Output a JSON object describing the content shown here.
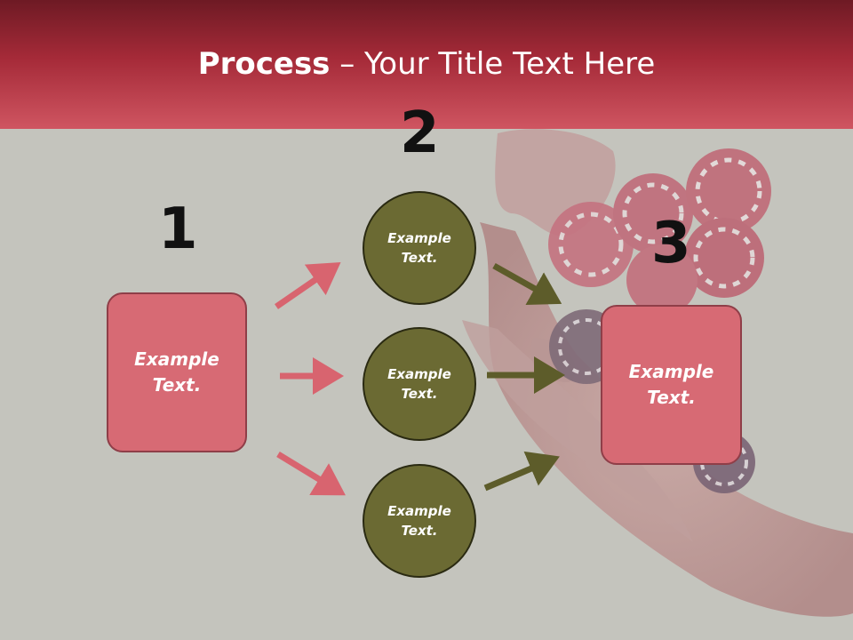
{
  "header": {
    "title_bold": "Process",
    "title_rest": " – Your Title Text Here"
  },
  "steps": {
    "step1_number": "1",
    "step2_number": "2",
    "step3_number": "3"
  },
  "boxes": {
    "left_line1": "Example",
    "left_line2": "Text.",
    "right_line1": "Example",
    "right_line2": "Text."
  },
  "circles": [
    {
      "line1": "Example",
      "line2": "Text."
    },
    {
      "line1": "Example",
      "line2": "Text."
    },
    {
      "line1": "Example",
      "line2": "Text."
    }
  ],
  "colors": {
    "header": "#a52a38",
    "box_fill": "#d76a74",
    "circle_fill": "#6b6a33",
    "pink_arrow": "#d8646f",
    "olive_arrow": "#5d5c2a"
  },
  "background_image": "hands-with-poker-chips"
}
